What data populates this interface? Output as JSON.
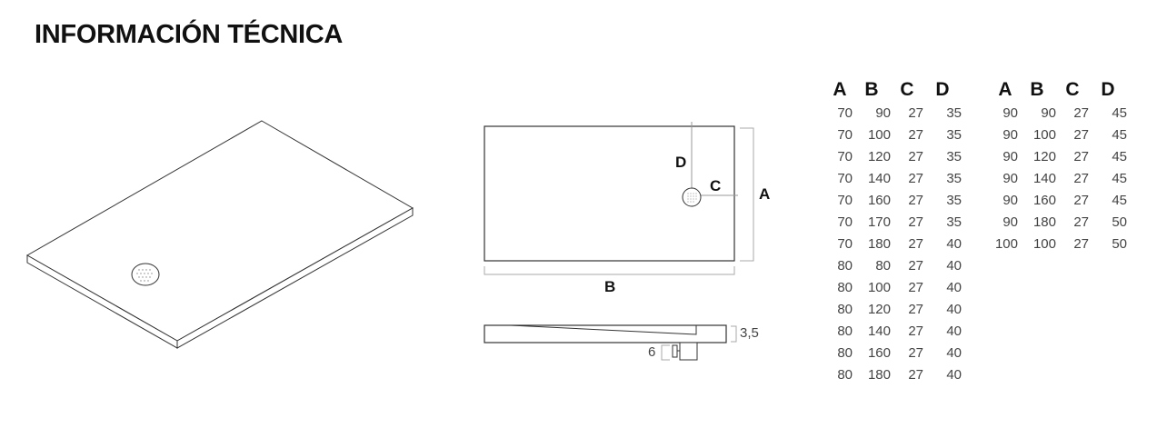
{
  "title": "INFORMACIÓN TÉCNICA",
  "plan_labels": {
    "A": "A",
    "B": "B",
    "C": "C",
    "D": "D"
  },
  "section_labels": {
    "thickness": "3,5",
    "drain": "6"
  },
  "tables": [
    {
      "headers": [
        "A",
        "B",
        "C",
        "D"
      ],
      "rows": [
        [
          "70",
          "90",
          "27",
          "35"
        ],
        [
          "70",
          "100",
          "27",
          "35"
        ],
        [
          "70",
          "120",
          "27",
          "35"
        ],
        [
          "70",
          "140",
          "27",
          "35"
        ],
        [
          "70",
          "160",
          "27",
          "35"
        ],
        [
          "70",
          "170",
          "27",
          "35"
        ],
        [
          "70",
          "180",
          "27",
          "40"
        ],
        [
          "80",
          "80",
          "27",
          "40"
        ],
        [
          "80",
          "100",
          "27",
          "40"
        ],
        [
          "80",
          "120",
          "27",
          "40"
        ],
        [
          "80",
          "140",
          "27",
          "40"
        ],
        [
          "80",
          "160",
          "27",
          "40"
        ],
        [
          "80",
          "180",
          "27",
          "40"
        ]
      ]
    },
    {
      "headers": [
        "A",
        "B",
        "C",
        "D"
      ],
      "rows": [
        [
          "90",
          "90",
          "27",
          "45"
        ],
        [
          "90",
          "100",
          "27",
          "45"
        ],
        [
          "90",
          "120",
          "27",
          "45"
        ],
        [
          "90",
          "140",
          "27",
          "45"
        ],
        [
          "90",
          "160",
          "27",
          "45"
        ],
        [
          "90",
          "180",
          "27",
          "50"
        ],
        [
          "100",
          "100",
          "27",
          "50"
        ]
      ]
    }
  ],
  "colors": {
    "line": "#333333",
    "dim_line": "#999999",
    "text": "#111111",
    "table_text": "#444444"
  }
}
